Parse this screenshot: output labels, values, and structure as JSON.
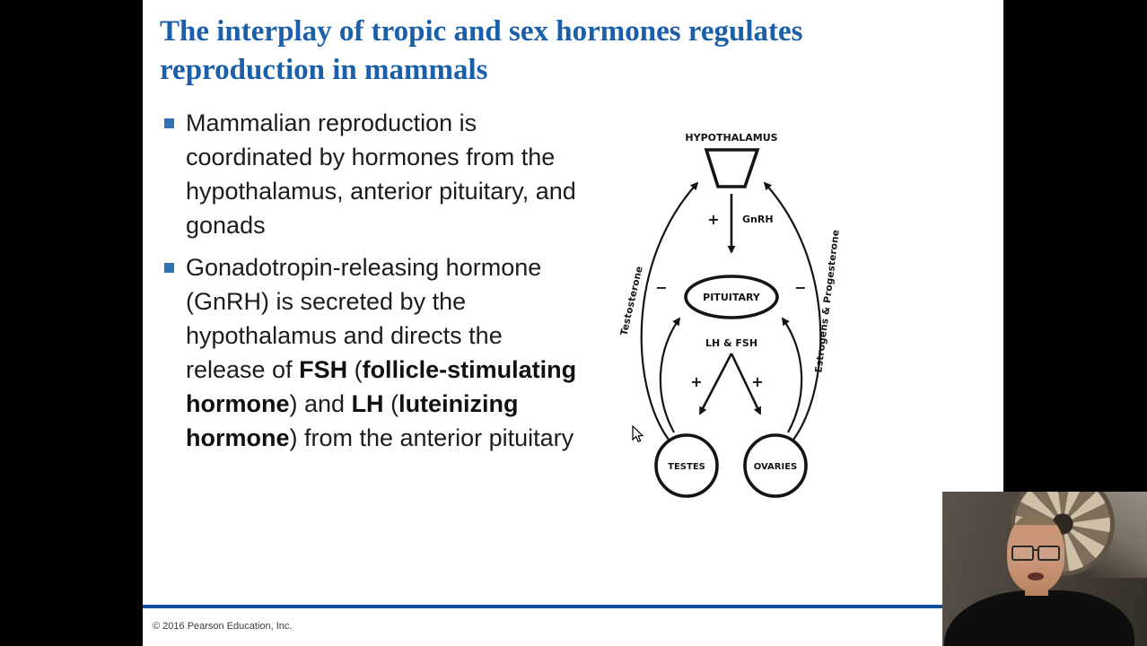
{
  "slide": {
    "title": {
      "line1": "The interplay of tropic and sex hormones regulates",
      "line2": "reproduction in mammals"
    },
    "bullets": {
      "b1": "Mammalian reproduction is coordinated by hormones from the hypothalamus, anterior pituitary, and gonads",
      "b2": {
        "s0": "Gonadotropin-releasing hormone (GnRH) is secreted by the hypothalamus and directs the release of ",
        "s1": "FSH",
        "s2": " (",
        "s3": "follicle-stimulating hormone",
        "s4": ") and ",
        "s5": "LH",
        "s6": " (",
        "s7": "luteinizing hormone",
        "s8": ") from the anterior pituitary"
      }
    },
    "footer": "© 2016 Pearson Education, Inc.",
    "accent_color": "#1a5fa9"
  },
  "diagram": {
    "hypothalamus": "HYPOTHALAMUS",
    "gnrh": "GnRH",
    "pituitary": "PITUITARY",
    "lh_fsh": "LH & FSH",
    "testes": "TESTES",
    "ovaries": "OVARIES",
    "left_feedback": "Testosterone",
    "right_feedback": "Estrogens & Progesterone",
    "plus": "+",
    "minus": "−"
  }
}
